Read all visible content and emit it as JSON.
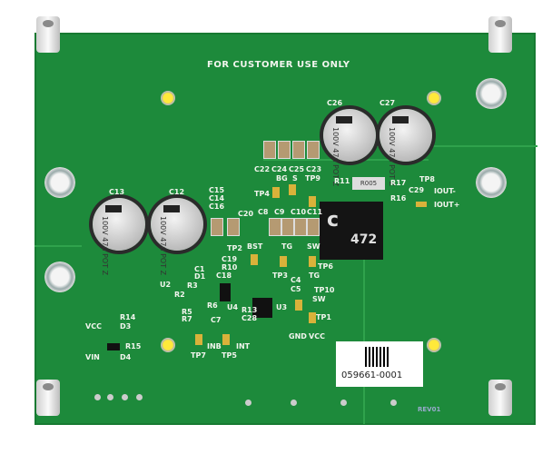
{
  "board": {
    "color": "#1d8a3b",
    "silkscreen_color": "#f2f5ee"
  },
  "title": "FOR CUSTOMER USE ONLY",
  "capacitors": [
    {
      "ref": "C13",
      "text": "100V 47u POT Z"
    },
    {
      "ref": "C12",
      "text": "100V 47u POT Z"
    },
    {
      "ref": "C26",
      "text": "100V 47u POT Z"
    },
    {
      "ref": "C27",
      "text": "100V 47u POT Z"
    }
  ],
  "inductor": {
    "logo": "c",
    "value": "472"
  },
  "r11_marking": "R005",
  "serial": "059661-0001",
  "rev": "REV01",
  "labels": [
    "C22",
    "C24",
    "C25",
    "C23",
    "BG",
    "S",
    "TP9",
    "TP4",
    "R11",
    "C15",
    "C14",
    "C16",
    "C20",
    "C8",
    "C9",
    "C10",
    "C11",
    "TP2",
    "BST",
    "TG",
    "SW",
    "TP6",
    "C19",
    "R10",
    "C18",
    "TP3",
    "C4",
    "C5",
    "TG",
    "TP10",
    "SW",
    "TP1",
    "GND",
    "VCC",
    "C1",
    "D1",
    "R3",
    "R2",
    "R5",
    "R7",
    "R6",
    "U4",
    "R13",
    "C28",
    "U3",
    "C7",
    "U2",
    "TP7",
    "INB",
    "TP5",
    "INT",
    "VCC",
    "D3",
    "R14",
    "VIN",
    "D4",
    "R15",
    "R17",
    "R16",
    "C29",
    "TP8",
    "IOUT-",
    "IOUT+"
  ]
}
